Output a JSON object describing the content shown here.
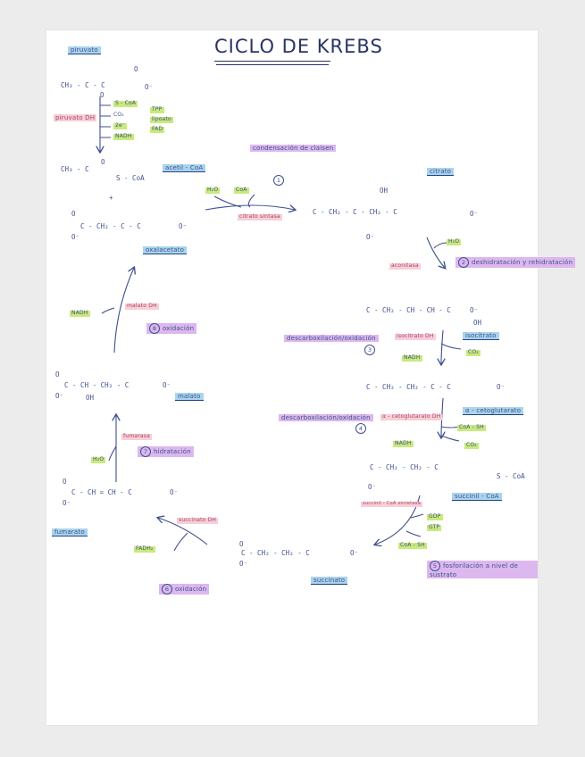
{
  "title": "CICLO DE KREBS",
  "metabolites": {
    "piruvato": "piruvato",
    "acetil_coa": "acetil - CoA",
    "citrato": "citrato",
    "isocitrato": "isocitrato",
    "alfa_cetoglutarato": "α - cetoglutarato",
    "succinil_coa": "succinil - CoA",
    "succinato": "succinato",
    "fumarato": "fumarato",
    "malato": "malato",
    "oxalacetato": "oxalacetato"
  },
  "structures": {
    "piruvato_1": "CH₃ - C - C",
    "piruvato_o1": "O",
    "piruvato_o2": "O",
    "piruvato_o3": "O⁻",
    "acetil": "CH₃ - C",
    "acetil_o": "O",
    "acetil_s": "S - CoA",
    "plus": "+",
    "oxal_main": "C - CH₂ - C - C",
    "citrato_main": "C - CH₂ - C - CH₂ - C",
    "citrato_oh": "OH",
    "isocitrato_main": "C - CH₂ - CH - CH - C",
    "isocitrato_oh": "OH",
    "aketo_main": "C - CH₂ - CH₂ - C - C",
    "succoa_main": "C - CH₂ - CH₂ - C",
    "succoa_s": "S - CoA",
    "succinato_main": "C - CH₂ - CH₂ - C",
    "fumarato_main": "C - CH = CH - C",
    "malato_main": "C - CH - CH₂ - C",
    "malato_oh": "OH",
    "o_minus": "O⁻",
    "o_dbl": "O"
  },
  "pdh": {
    "enzyme": "piruvato DH",
    "products": [
      "S - CoA",
      "CO₂",
      "2e⁻",
      "NADH"
    ],
    "cofactors": [
      "TPP",
      "lipoato",
      "FAD"
    ]
  },
  "steps": [
    {
      "num": "1",
      "name": "condensación de claisen",
      "enzyme": "citrato sintasa",
      "inputs": [
        "H₂O",
        "CoA"
      ]
    },
    {
      "num": "2",
      "name": "deshidratación y rehidratación",
      "enzyme": "aconitasa",
      "inputs": [
        "H₂O"
      ]
    },
    {
      "num": "3",
      "name": "descarboxilación/oxidación",
      "enzyme": "isocitrato DH",
      "inputs": [
        "NADH",
        "CO₂"
      ]
    },
    {
      "num": "4",
      "name": "descarboxilación/oxidación",
      "enzyme": "α - cetoglutarato DH",
      "inputs": [
        "CoA - SH",
        "NADH",
        "CO₂"
      ]
    },
    {
      "num": "5",
      "name": "fosforilación a nivel de sustrato",
      "enzyme": "succinil - CoA sintetasa",
      "inputs": [
        "GDP",
        "GTP",
        "CoA - SH"
      ]
    },
    {
      "num": "6",
      "name": "oxidación",
      "enzyme": "succinato DH",
      "inputs": [
        "FADH₂"
      ]
    },
    {
      "num": "7",
      "name": "hidratación",
      "enzyme": "fumarasa",
      "inputs": [
        "H₂O"
      ]
    },
    {
      "num": "8",
      "name": "oxidación",
      "enzyme": "malato DH",
      "inputs": [
        "NADH"
      ]
    }
  ],
  "colors": {
    "ink": "#3f4f8e",
    "blue_highlight": "#a9d4ec",
    "green_highlight": "#c9ea7c",
    "pink_highlight": "#f6cfd9",
    "purple_highlight": "#dcb8ee"
  }
}
